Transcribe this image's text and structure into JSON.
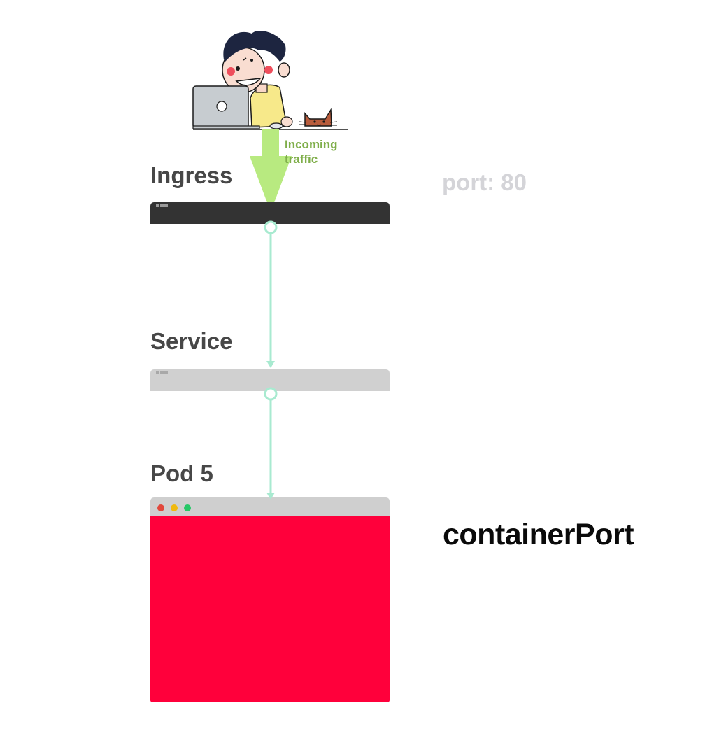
{
  "labels": {
    "ingress": "Ingress",
    "service": "Service",
    "pod": "Pod 5",
    "incoming_line1": "Incoming",
    "incoming_line2": "traffic",
    "port": "port: 80",
    "container_port": "containerPort"
  },
  "icons": {
    "illustration": "developer-at-laptop-with-cat",
    "ingress_node": "connector-ring-icon",
    "service_node": "connector-ring-icon"
  },
  "colors": {
    "background": "#ffffff",
    "ingress_bar": "#333333",
    "ingress_bar_dots": "#9a9a9a",
    "service_bar": "#d0d0d0",
    "service_bar_dots": "#a8a8a8",
    "pod_titlebar": "#cfcfcf",
    "pod_body": "#ff003b",
    "dot_red": "#e2483c",
    "dot_yellow": "#f0b90f",
    "dot_green": "#26c867",
    "connector": "#a8ead0",
    "traffic_arrow": "#b8ea80",
    "traffic_text": "#7fae4a",
    "label_text": "#474747",
    "port_text": "#d4d4d8",
    "container_port_text": "#0a0a0a"
  }
}
